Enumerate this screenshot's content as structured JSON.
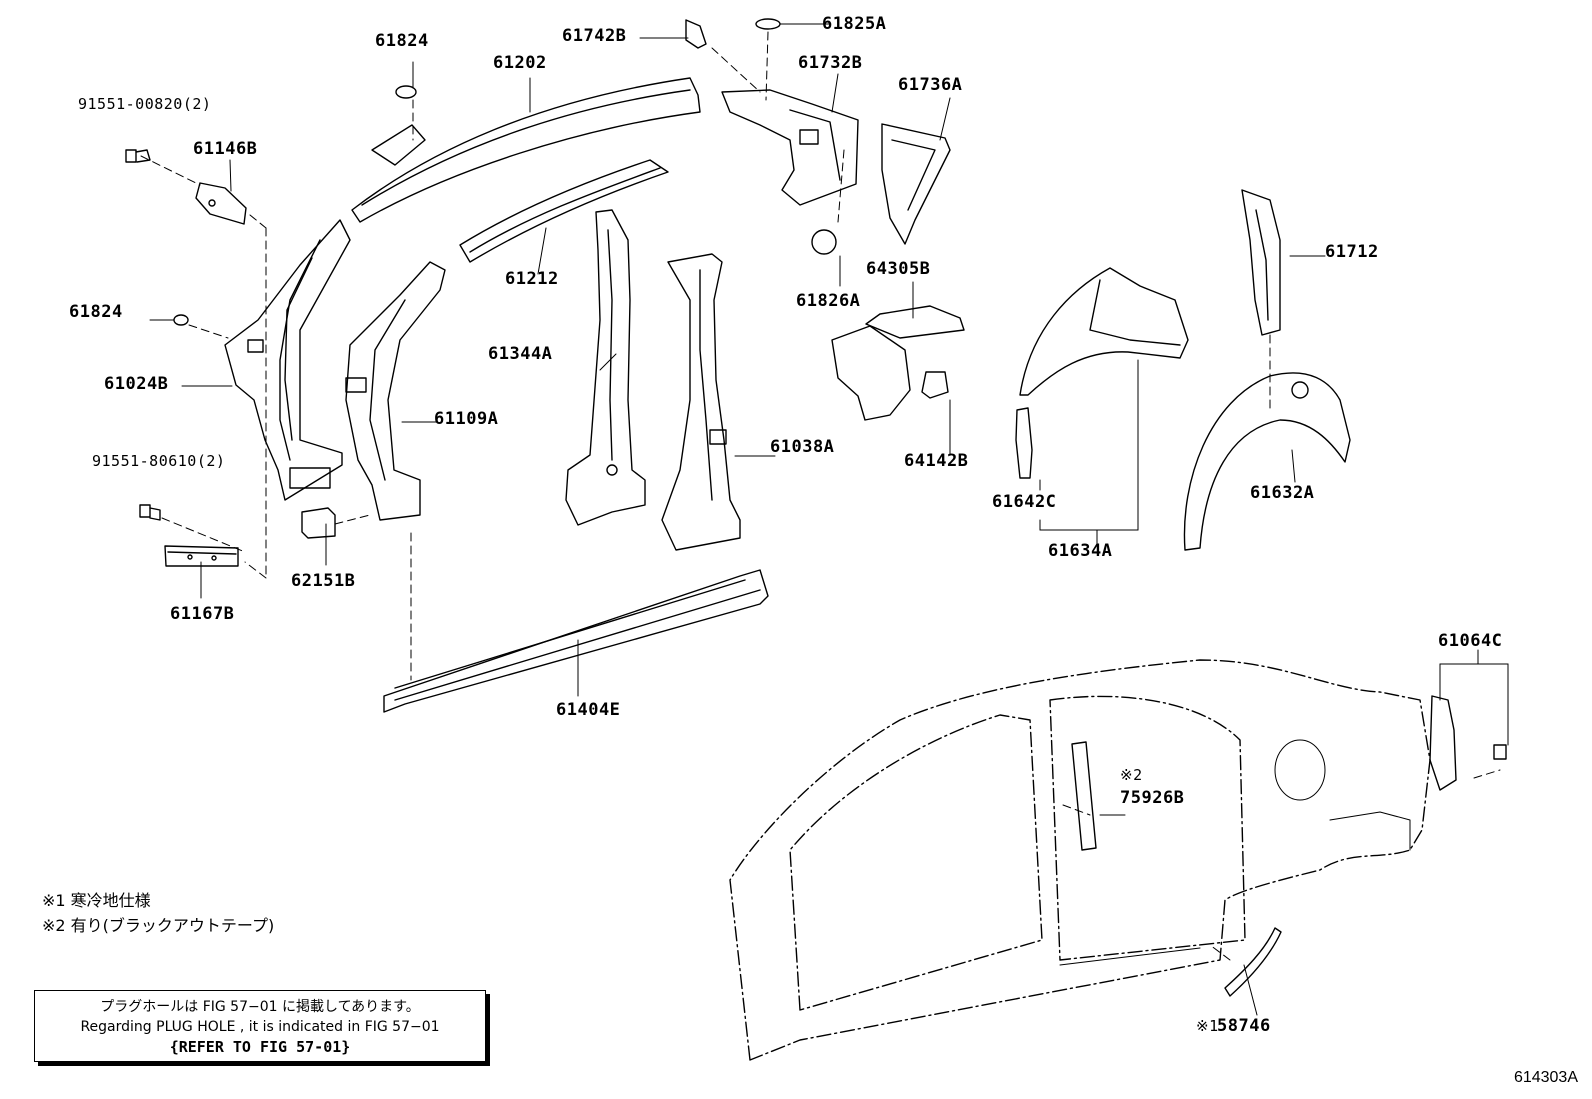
{
  "part_labels": {
    "p91551_00820": "91551-00820(2)",
    "p61146B": "61146B",
    "p61824_top": "61824",
    "p61202": "61202",
    "p61742B": "61742B",
    "p61825A": "61825A",
    "p61732B": "61732B",
    "p61736A": "61736A",
    "p61824_left": "61824",
    "p61024B": "61024B",
    "p61212": "61212",
    "p61344A": "61344A",
    "p61109A": "61109A",
    "p61038A": "61038A",
    "p61826A": "61826A",
    "p64305B": "64305B",
    "p64142B": "64142B",
    "p61712": "61712",
    "p61642C": "61642C",
    "p61632A": "61632A",
    "p61634A": "61634A",
    "p91551_80610": "91551-80610(2)",
    "p61167B": "61167B",
    "p62151B": "62151B",
    "p61404E": "61404E",
    "p61064C": "61064C",
    "p75926B": "75926B",
    "p58746": "58746",
    "mark2_small": "※2",
    "mark1_small": "※1"
  },
  "notes": {
    "note1": "※1  寒冷地仕様",
    "note2": "※2  有り(ブラックアウトテープ)"
  },
  "reference_box": {
    "line1": "プラグホールは FIG 57−01 に掲載してあります。",
    "line2": "Regarding  PLUG  HOLE , it is indicated in  FIG  57−01",
    "line3": "{REFER TO FIG 57-01}"
  },
  "figure_id": "614303A"
}
